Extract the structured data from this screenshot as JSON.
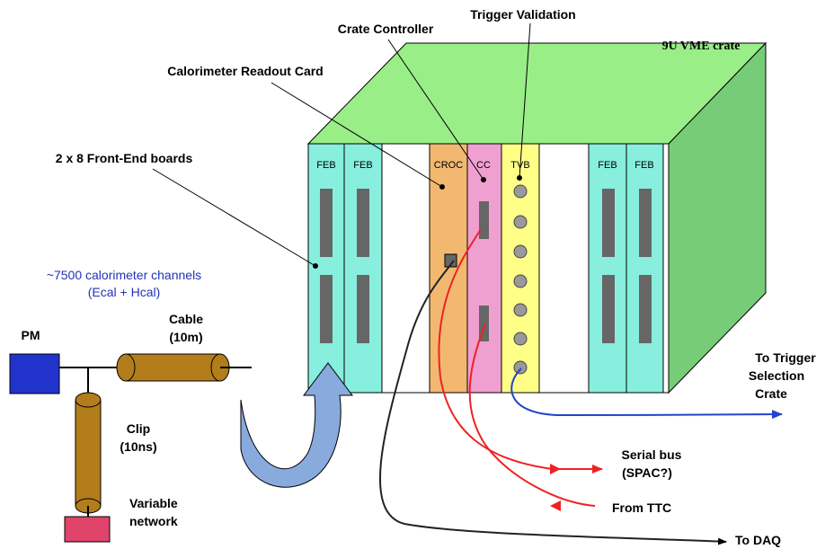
{
  "labels": {
    "trigger_validation": "Trigger Validation",
    "crate_controller": "Crate Controller",
    "crate_name": "9U VME crate",
    "croc_card": "Calorimeter Readout Card",
    "feb_boards": "2 x 8 Front-End boards",
    "channels_line1": "~7500 calorimeter channels",
    "channels_line2": "(Ecal + Hcal)",
    "pm": "PM",
    "cable_line1": "Cable",
    "cable_line2": "(10m)",
    "clip_line1": "Clip",
    "clip_line2": "(10ns)",
    "variable_line1": "Variable",
    "variable_line2": "network",
    "to_trigger_line1": "To Trigger",
    "to_trigger_line2": "Selection",
    "to_trigger_line3": "Crate",
    "serial_line1": "Serial bus",
    "serial_line2": "(SPAC?)",
    "from_ttc": "From TTC",
    "to_daq": "To DAQ"
  },
  "slots": {
    "feb1": "FEB",
    "feb2": "FEB",
    "croc": "CROC",
    "cc": "CC",
    "tvb": "TVB",
    "feb3": "FEB",
    "feb4": "FEB"
  },
  "colors": {
    "crate_top": "#99ee88",
    "crate_side": "#77cc77",
    "feb_card": "#88eedd",
    "croc_card": "#f2b870",
    "cc_card": "#f0a0d0",
    "tvb_card": "#ffff88",
    "cable_brown": "#b27d1a",
    "pm_blue": "#2233cc",
    "network_red": "#e0446a",
    "arrow_blue": "#88aadd",
    "line_red": "#ee2222",
    "line_blue": "#2244cc"
  }
}
